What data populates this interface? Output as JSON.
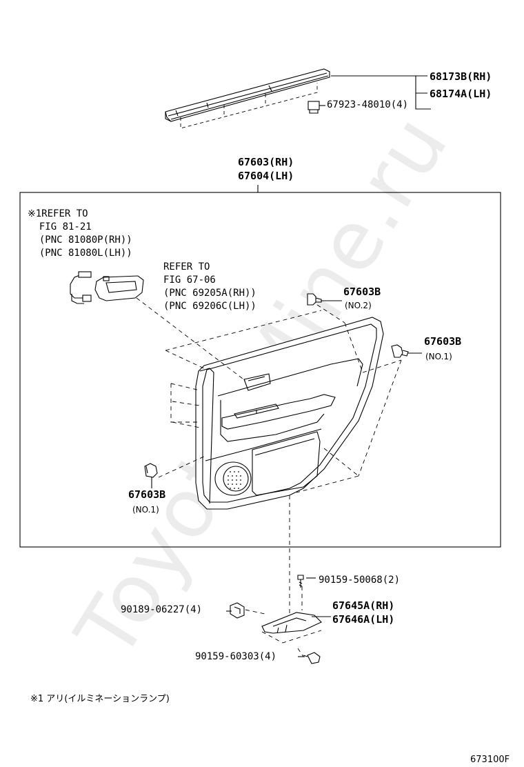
{
  "watermark": "Toyota-Mine.ru",
  "labels": {
    "p68173b": "68173B(RH)",
    "p68174a": "68174A(LH)",
    "p67923": "67923-48010(4)",
    "p67603rh": "67603(RH)",
    "p67604lh": "67604(LH)",
    "p67603b_a": "67603B",
    "no2": "(NO.2)",
    "p67603b_b": "67603B",
    "no1_right": "(NO.1)",
    "p67603b_c": "67603B",
    "no1_left": "(NO.1)",
    "p90159_50068": "90159-50068(2)",
    "p90189": "90189-06227(4)",
    "p67645a": "67645A(RH)",
    "p67646a": "67646A(LH)",
    "p90159_60303": "90159-60303(4)"
  },
  "notes": {
    "refer_81": "※1REFER TO\n  FIG 81-21\n  (PNC 81080P(RH))\n  (PNC 81080L(LH))",
    "refer_67": "REFER TO\nFIG 67-06\n(PNC 69205A(RH))\n(PNC 69206C(LH))"
  },
  "footnote": "※1 アリ(イルミネーションランプ)",
  "figure_code": "673100F"
}
